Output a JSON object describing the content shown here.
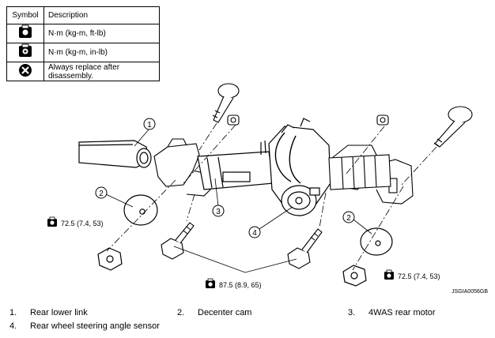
{
  "symbol_table": {
    "header_symbol": "Symbol",
    "header_description": "Description",
    "rows": [
      {
        "icon": "torque-ft-lb-icon",
        "description": "N·m (kg-m, ft-lb)"
      },
      {
        "icon": "torque-in-lb-icon",
        "description": "N·m (kg-m, in-lb)"
      },
      {
        "icon": "always-replace-icon",
        "description": "Always replace after disassembly."
      }
    ]
  },
  "callouts": [
    "1",
    "2",
    "3",
    "4",
    "2"
  ],
  "torque_labels": {
    "left_nut": "72.5 (7.4, 53)",
    "bracket_bolts": "87.5 (8.9, 65)",
    "right_nut": "72.5 (7.4, 53)"
  },
  "figure_code": "JSGIA0056GB",
  "legend": [
    {
      "num": "1.",
      "label": "Rear lower link"
    },
    {
      "num": "2.",
      "label": "Decenter cam"
    },
    {
      "num": "3.",
      "label": "4WAS rear motor"
    },
    {
      "num": "4.",
      "label": "Rear wheel steering angle sensor"
    }
  ]
}
